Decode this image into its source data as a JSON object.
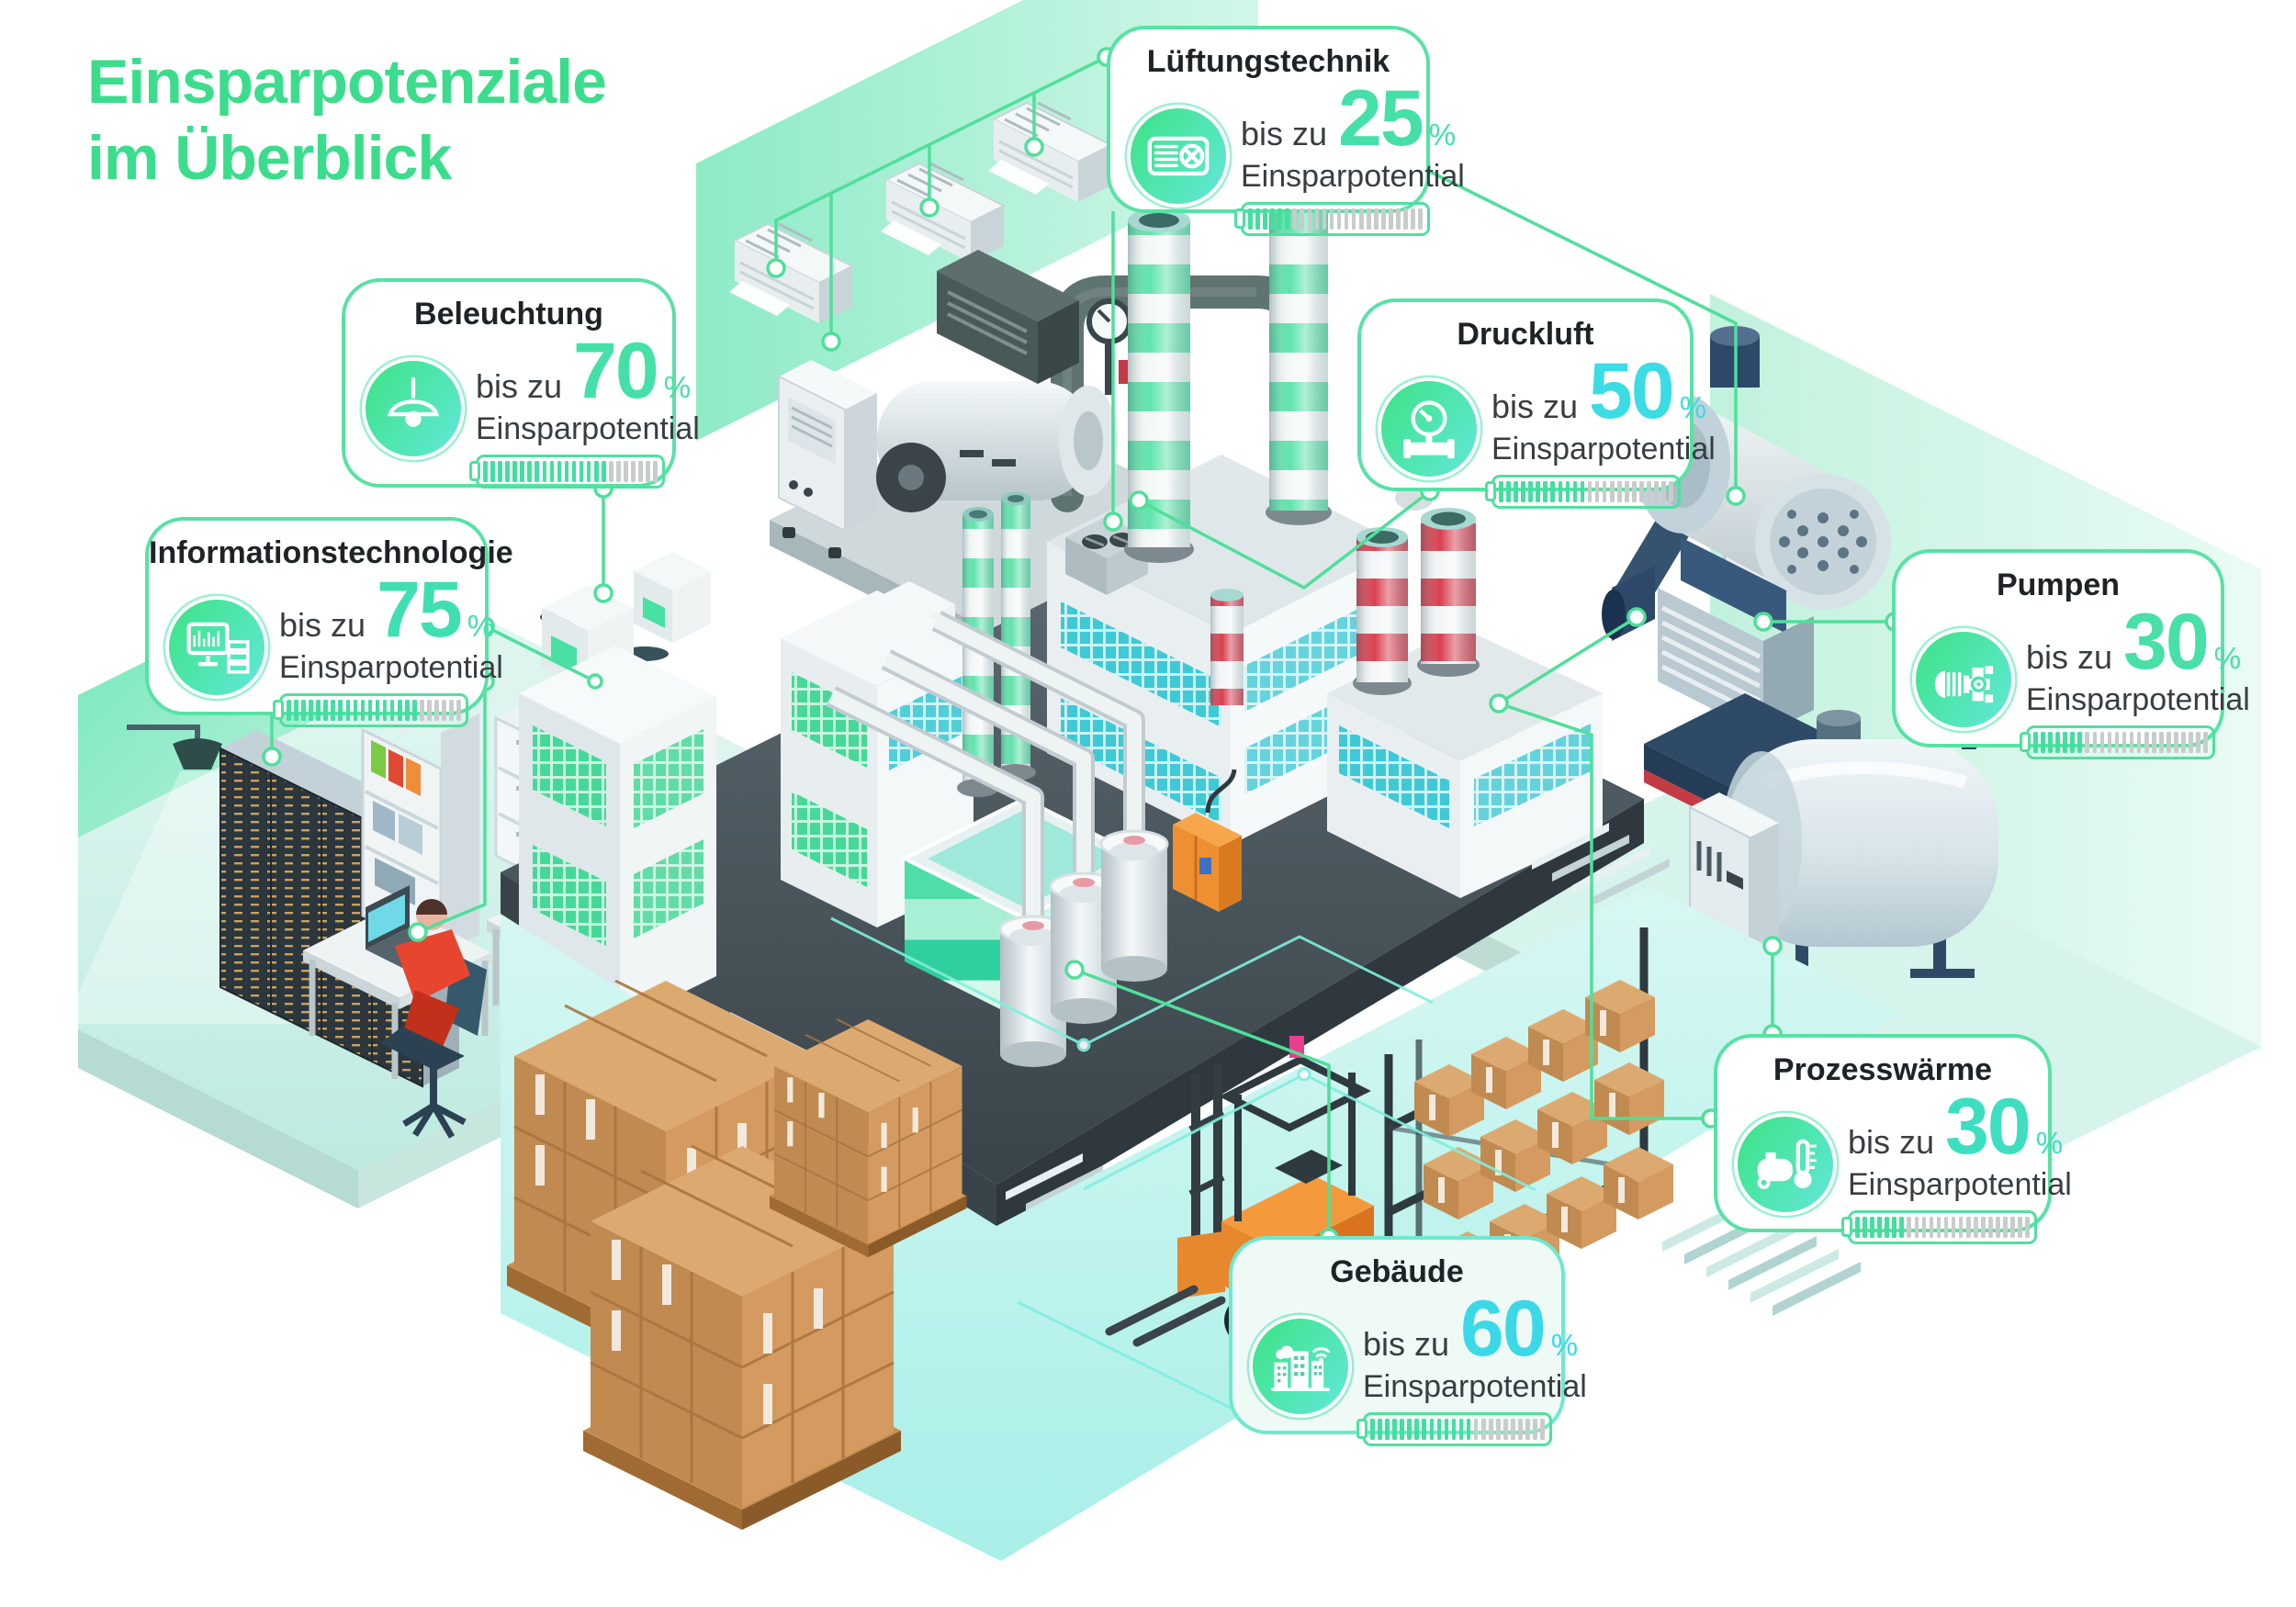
{
  "title": {
    "line1": "Einsparpotenziale",
    "line2": "im Überblick"
  },
  "shared": {
    "prefix": "bis zu",
    "unit": "%",
    "suffix": "Einsparpotential"
  },
  "colors": {
    "headline": "#3BDD8C",
    "card_border": "#57E2A4",
    "leader_line": "#4FDF9A",
    "battery_fill": "#43DFA0",
    "battery_empty": "#C8CDCC",
    "icon_gradient_start": "#3FE48B",
    "icon_gradient_end": "#5FE7D3"
  },
  "cards": [
    {
      "id": "lueftungstechnik",
      "title": "Lüftungstechnik",
      "prefix": "bis zu",
      "value": "25",
      "unit": "%",
      "suffix": "Einsparpotential",
      "percent": 25,
      "icon": "ventilation-icon",
      "accent": "#45E0A8"
    },
    {
      "id": "beleuchtung",
      "title": "Beleuchtung",
      "prefix": "bis zu",
      "value": "70",
      "unit": "%",
      "suffix": "Einsparpotential",
      "percent": 70,
      "icon": "pendant-lamp-icon",
      "accent": "#45E0A8"
    },
    {
      "id": "informationstechnologie",
      "title": "Informationstechnologie",
      "prefix": "bis zu",
      "value": "75",
      "unit": "%",
      "suffix": "Einsparpotential",
      "percent": 75,
      "icon": "computer-server-icon",
      "accent": "#40DFB2"
    },
    {
      "id": "druckluft",
      "title": "Druckluft",
      "prefix": "bis zu",
      "value": "50",
      "unit": "%",
      "suffix": "Einsparpotential",
      "percent": 50,
      "icon": "pressure-gauge-icon",
      "accent": "#3BDCE4"
    },
    {
      "id": "pumpen",
      "title": "Pumpen",
      "prefix": "bis zu",
      "value": "30",
      "unit": "%",
      "suffix": "Einsparpotential",
      "percent": 30,
      "icon": "pump-icon",
      "accent": "#47E0A6"
    },
    {
      "id": "prozesswaerme",
      "title": "Prozesswärme",
      "prefix": "bis zu",
      "value": "30",
      "unit": "%",
      "suffix": "Einsparpotential",
      "percent": 30,
      "icon": "boiler-thermometer-icon",
      "accent": "#3EDEC0"
    },
    {
      "id": "gebaeude",
      "title": "Gebäude",
      "prefix": "bis zu",
      "value": "60",
      "unit": "%",
      "suffix": "Einsparpotential",
      "percent": 60,
      "icon": "smart-building-icon",
      "accent": "#3BD9E8"
    }
  ]
}
